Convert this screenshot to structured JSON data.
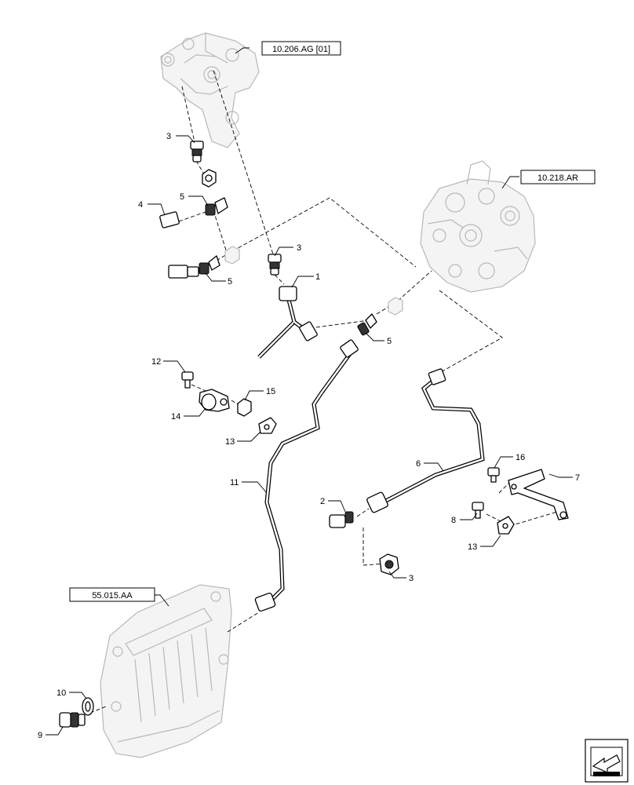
{
  "references": {
    "ref1": "10.206.AG [01]",
    "ref2": "10.218.AR",
    "ref3": "55.015.AA"
  },
  "callouts": {
    "c1": "1",
    "c2": "2",
    "c3a": "3",
    "c3b": "3",
    "c3c": "3",
    "c4": "4",
    "c5a": "5",
    "c5b": "5",
    "c5c": "5",
    "c6": "6",
    "c7": "7",
    "c8": "8",
    "c9": "9",
    "c10": "10",
    "c11": "11",
    "c12": "12",
    "c13a": "13",
    "c13b": "13",
    "c14": "14",
    "c15": "15",
    "c16": "16"
  },
  "icons": {
    "nav": "next-page-arrow-icon"
  }
}
